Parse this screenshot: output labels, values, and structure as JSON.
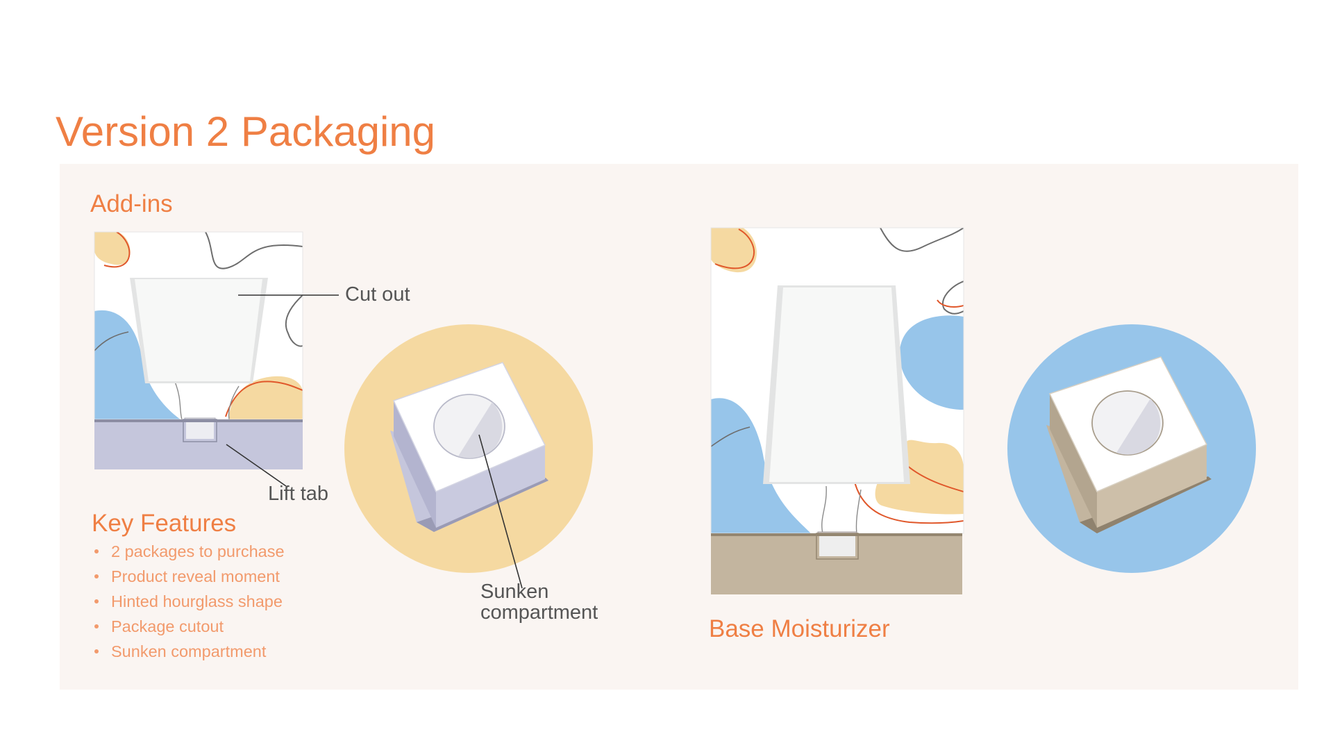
{
  "title": "Version 2 Packaging",
  "addins": {
    "heading": "Add-ins",
    "callouts": {
      "cut_out": "Cut out",
      "lift_tab": "Lift tab",
      "sunken_line1": "Sunken",
      "sunken_line2": "compartment"
    },
    "key_features": {
      "heading": "Key Features",
      "items": [
        "2 packages to purchase",
        "Product reveal moment",
        "Hinted hourglass shape",
        "Package cutout",
        "Sunken compartment"
      ]
    }
  },
  "base": {
    "heading": "Base Moisturizer"
  },
  "colors": {
    "accent": "#ef7f44",
    "accent_light": "#f29a6c",
    "panel_bg": "#faf5f2",
    "yellow_circle": "#f5d9a1",
    "blue_circle": "#97c5ea",
    "lavender_box": "#c5c6dc",
    "tan_box": "#c3b59f",
    "blob_blue": "#97c5ea",
    "blob_yellow": "#f5d9a1"
  }
}
